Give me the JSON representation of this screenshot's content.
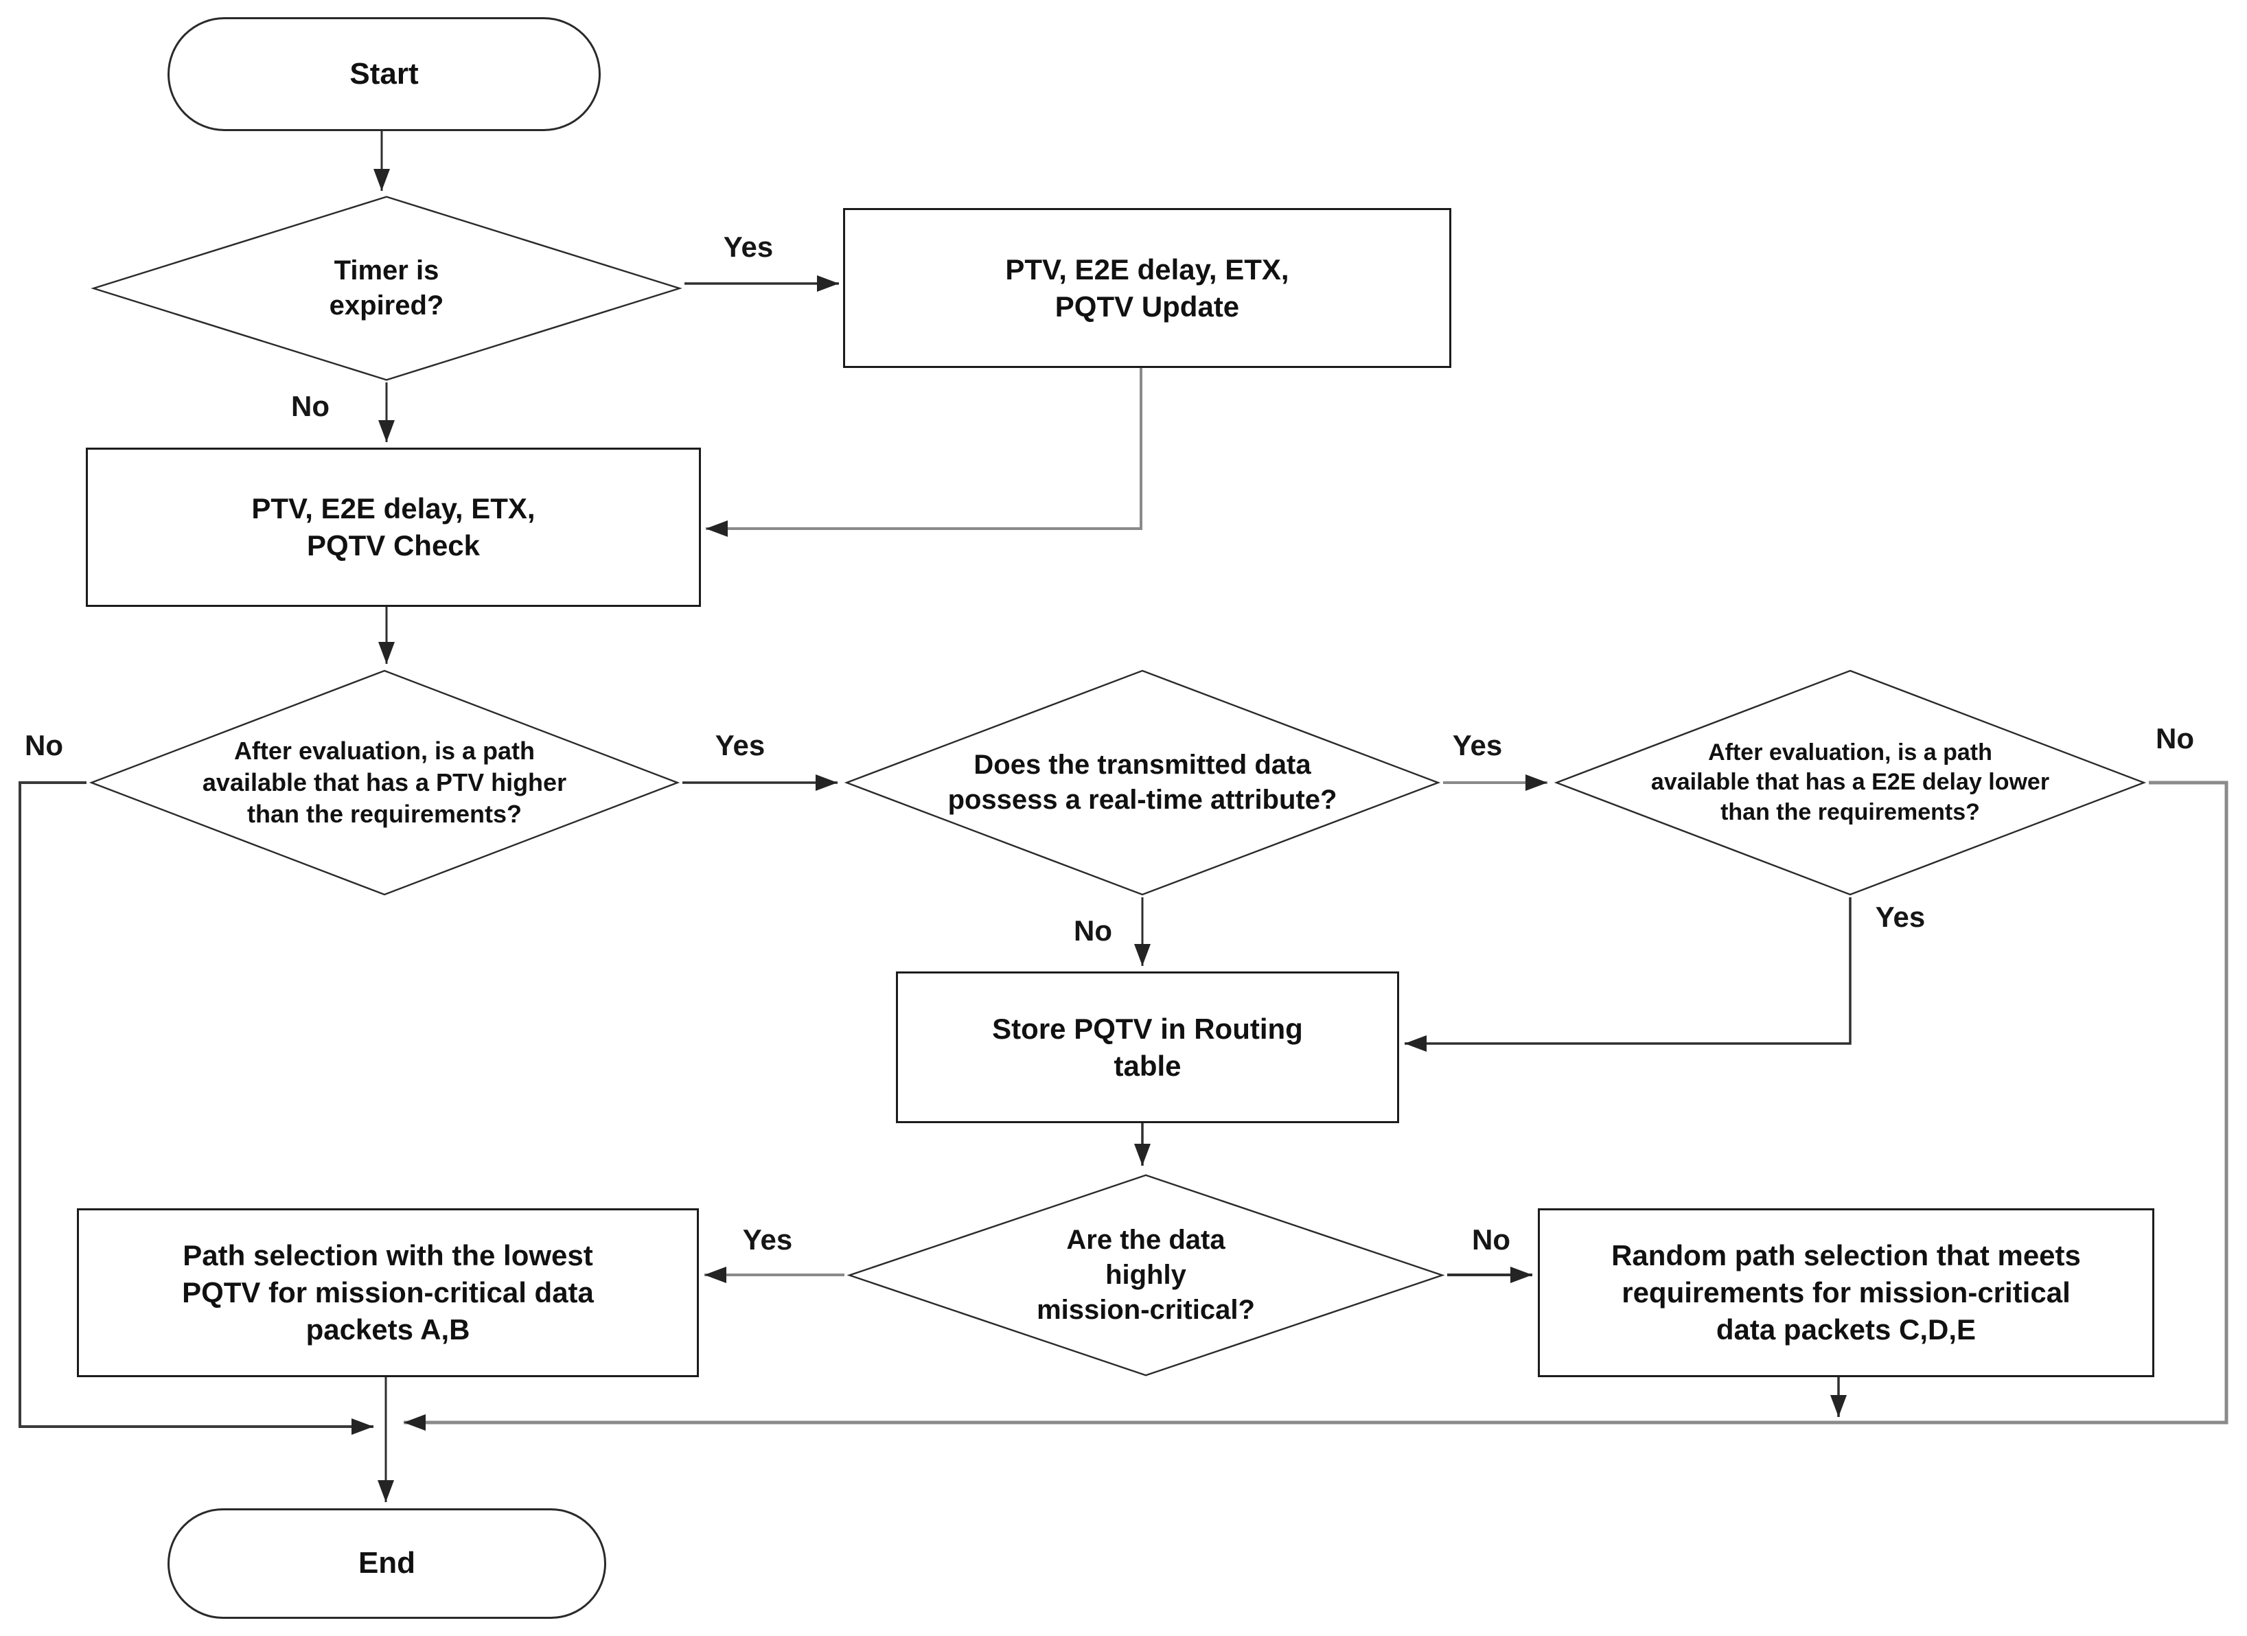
{
  "diagram": {
    "kind": "flowchart",
    "background_color": "#ffffff",
    "line_color": "#2f2f2f",
    "gray_line_color": "#8a8a8a",
    "nodes": {
      "start": {
        "shape": "terminator",
        "label": "Start"
      },
      "timer_expired": {
        "shape": "decision",
        "label": "Timer is\nexpired?"
      },
      "pqtv_update": {
        "shape": "process",
        "label": "PTV, E2E delay, ETX,\nPQTV Update"
      },
      "pqtv_check": {
        "shape": "process",
        "label": "PTV, E2E delay, ETX,\nPQTV Check"
      },
      "ptv_higher": {
        "shape": "decision",
        "label": "After evaluation, is a path\navailable that has a PTV higher\nthan the requirements?"
      },
      "realtime_attr": {
        "shape": "decision",
        "label": "Does the transmitted data\npossess a real-time attribute?"
      },
      "e2e_lower": {
        "shape": "decision",
        "label": "After evaluation, is a path\navailable that has a E2E delay lower\nthan the requirements?"
      },
      "store_pqtv": {
        "shape": "process",
        "label": "Store PQTV in Routing\ntable"
      },
      "highly_critical": {
        "shape": "decision",
        "label": "Are the data\nhighly\nmission-critical?"
      },
      "lowest_pqtv": {
        "shape": "process",
        "label": "Path selection with the lowest\nPQTV for mission-critical data\npackets A,B"
      },
      "random_path": {
        "shape": "process",
        "label": "Random path selection that meets\nrequirements for mission-critical\ndata packets C,D,E"
      },
      "end": {
        "shape": "terminator",
        "label": "End"
      }
    },
    "edge_labels": {
      "timer_yes": "Yes",
      "timer_no": "No",
      "ptv_yes": "Yes",
      "ptv_no": "No",
      "realtime_yes": "Yes",
      "realtime_no": "No",
      "e2e_no": "No",
      "e2e_yes": "Yes",
      "critical_yes": "Yes",
      "critical_no": "No"
    },
    "edges": [
      {
        "from": "start",
        "to": "timer_expired",
        "label": ""
      },
      {
        "from": "timer_expired",
        "to": "pqtv_update",
        "label": "Yes"
      },
      {
        "from": "timer_expired",
        "to": "pqtv_check",
        "label": "No"
      },
      {
        "from": "pqtv_update",
        "to": "pqtv_check",
        "label": ""
      },
      {
        "from": "pqtv_check",
        "to": "ptv_higher",
        "label": ""
      },
      {
        "from": "ptv_higher",
        "to": "realtime_attr",
        "label": "Yes"
      },
      {
        "from": "ptv_higher",
        "to": "end",
        "label": "No"
      },
      {
        "from": "realtime_attr",
        "to": "e2e_lower",
        "label": "Yes"
      },
      {
        "from": "realtime_attr",
        "to": "store_pqtv",
        "label": "No"
      },
      {
        "from": "e2e_lower",
        "to": "store_pqtv",
        "label": "Yes"
      },
      {
        "from": "e2e_lower",
        "to": "end",
        "label": "No"
      },
      {
        "from": "store_pqtv",
        "to": "highly_critical",
        "label": ""
      },
      {
        "from": "highly_critical",
        "to": "lowest_pqtv",
        "label": "Yes"
      },
      {
        "from": "highly_critical",
        "to": "random_path",
        "label": "No"
      },
      {
        "from": "lowest_pqtv",
        "to": "end",
        "label": ""
      },
      {
        "from": "random_path",
        "to": "end",
        "label": ""
      }
    ]
  }
}
